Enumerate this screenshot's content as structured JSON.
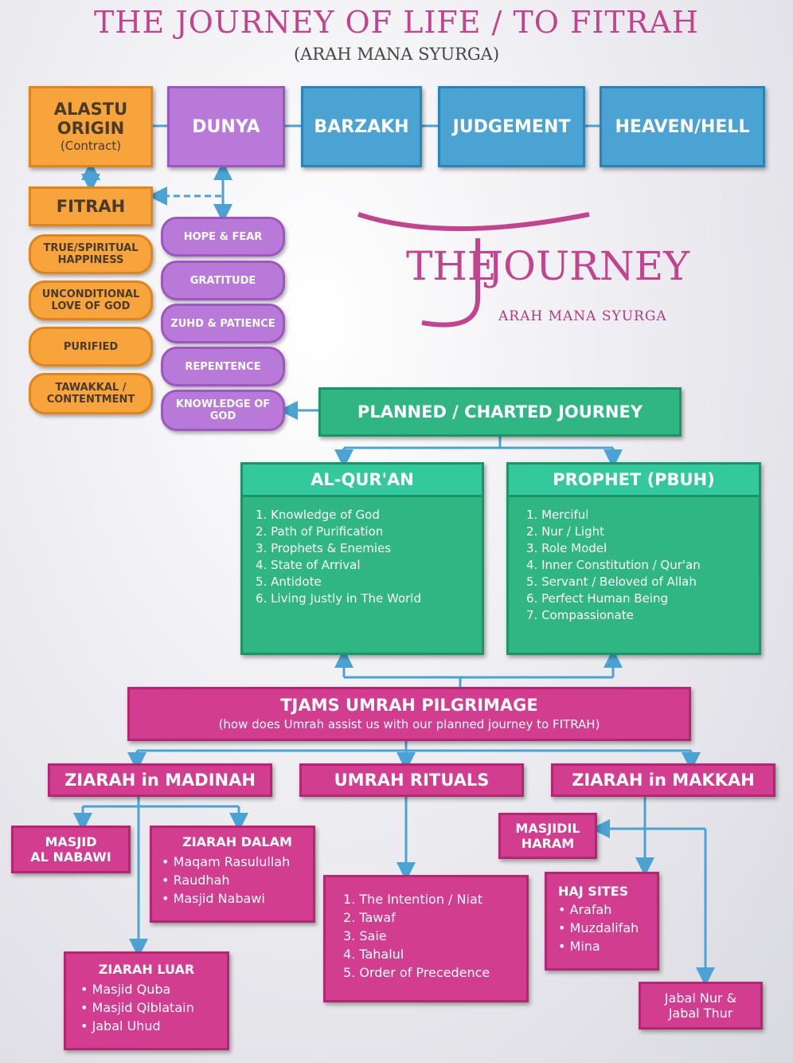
{
  "header": {
    "title": "THE JOURNEY OF LIFE / TO FITRAH",
    "subtitle": "(ARAH MANA SYURGA)"
  },
  "stages": {
    "alastu": {
      "line1": "ALASTU",
      "line2": "ORIGIN",
      "line3": "(Contract)"
    },
    "dunya": "DUNYA",
    "barzakh": "BARZAKH",
    "judgement": "JUDGEMENT",
    "heaven_hell": "HEAVEN/HELL"
  },
  "fitrah": {
    "label": "FITRAH",
    "items": [
      "TRUE/SPIRITUAL HAPPINESS",
      "UNCONDITIONAL LOVE OF GOD",
      "PURIFIED",
      "TAWAKKAL / CONTENTMENT"
    ]
  },
  "dunya_items": [
    "HOPE & FEAR",
    "GRATITUDE",
    "ZUHD & PATIENCE",
    "REPENTENCE",
    "KNOWLEDGE OF GOD"
  ],
  "logo": {
    "the": "THE",
    "journey": "JOURNEY",
    "tagline": "ARAH MANA SYURGA"
  },
  "planned": "PLANNED / CHARTED JOURNEY",
  "quran": {
    "title": "AL-QUR'AN",
    "items": [
      "1. Knowledge of God",
      "2. Path of Purification",
      "3. Prophets & Enemies",
      "4. State of Arrival",
      "5. Antidote",
      "6. Living Justly in The World"
    ]
  },
  "prophet": {
    "title": "PROPHET (PBUH)",
    "items": [
      "1. Merciful",
      "2. Nur / Light",
      "3. Role Model",
      "4. Inner Constitution / Qur'an",
      "5. Servant / Beloved of Allah",
      "6. Perfect Human Being",
      "7. Compassionate"
    ]
  },
  "umrah": {
    "title": "TJAMS UMRAH PILGRIMAGE",
    "subtitle": "(how does Umrah assist us with our planned journey to FITRAH)"
  },
  "madinah": {
    "label": "ZIARAH in MADINAH",
    "masjid": {
      "line1": "MASJID",
      "line2": "AL NABAWI"
    },
    "dalam": {
      "title": "ZIARAH DALAM",
      "items": [
        "Maqam Rasulullah",
        "Raudhah",
        "Masjid Nabawi"
      ]
    },
    "luar": {
      "title": "ZIARAH LUAR",
      "items": [
        "Masjid Quba",
        "Masjid Qiblatain",
        "Jabal Uhud"
      ]
    }
  },
  "rituals": {
    "label": "UMRAH RITUALS",
    "items": [
      "1. The Intention / Niat",
      "2. Tawaf",
      "3. Saie",
      "4. Tahalul",
      "5. Order of Precedence"
    ]
  },
  "makkah": {
    "label": "ZIARAH in MAKKAH",
    "haram": {
      "line1": "MASJIDIL",
      "line2": "HARAM"
    },
    "haj": {
      "title": "HAJ SITES",
      "items": [
        "Arafah",
        "Muzdalifah",
        "Mina"
      ]
    },
    "jabal": {
      "line1": "Jabal Nur &",
      "line2": "Jabal Thur"
    }
  },
  "colors": {
    "orange": "#f7a43c",
    "purple": "#b979d8",
    "blue": "#4aa3d3",
    "green": "#2fb683",
    "pink": "#d33d90",
    "connector": "#4aa3d3",
    "title": "#c2448f"
  }
}
